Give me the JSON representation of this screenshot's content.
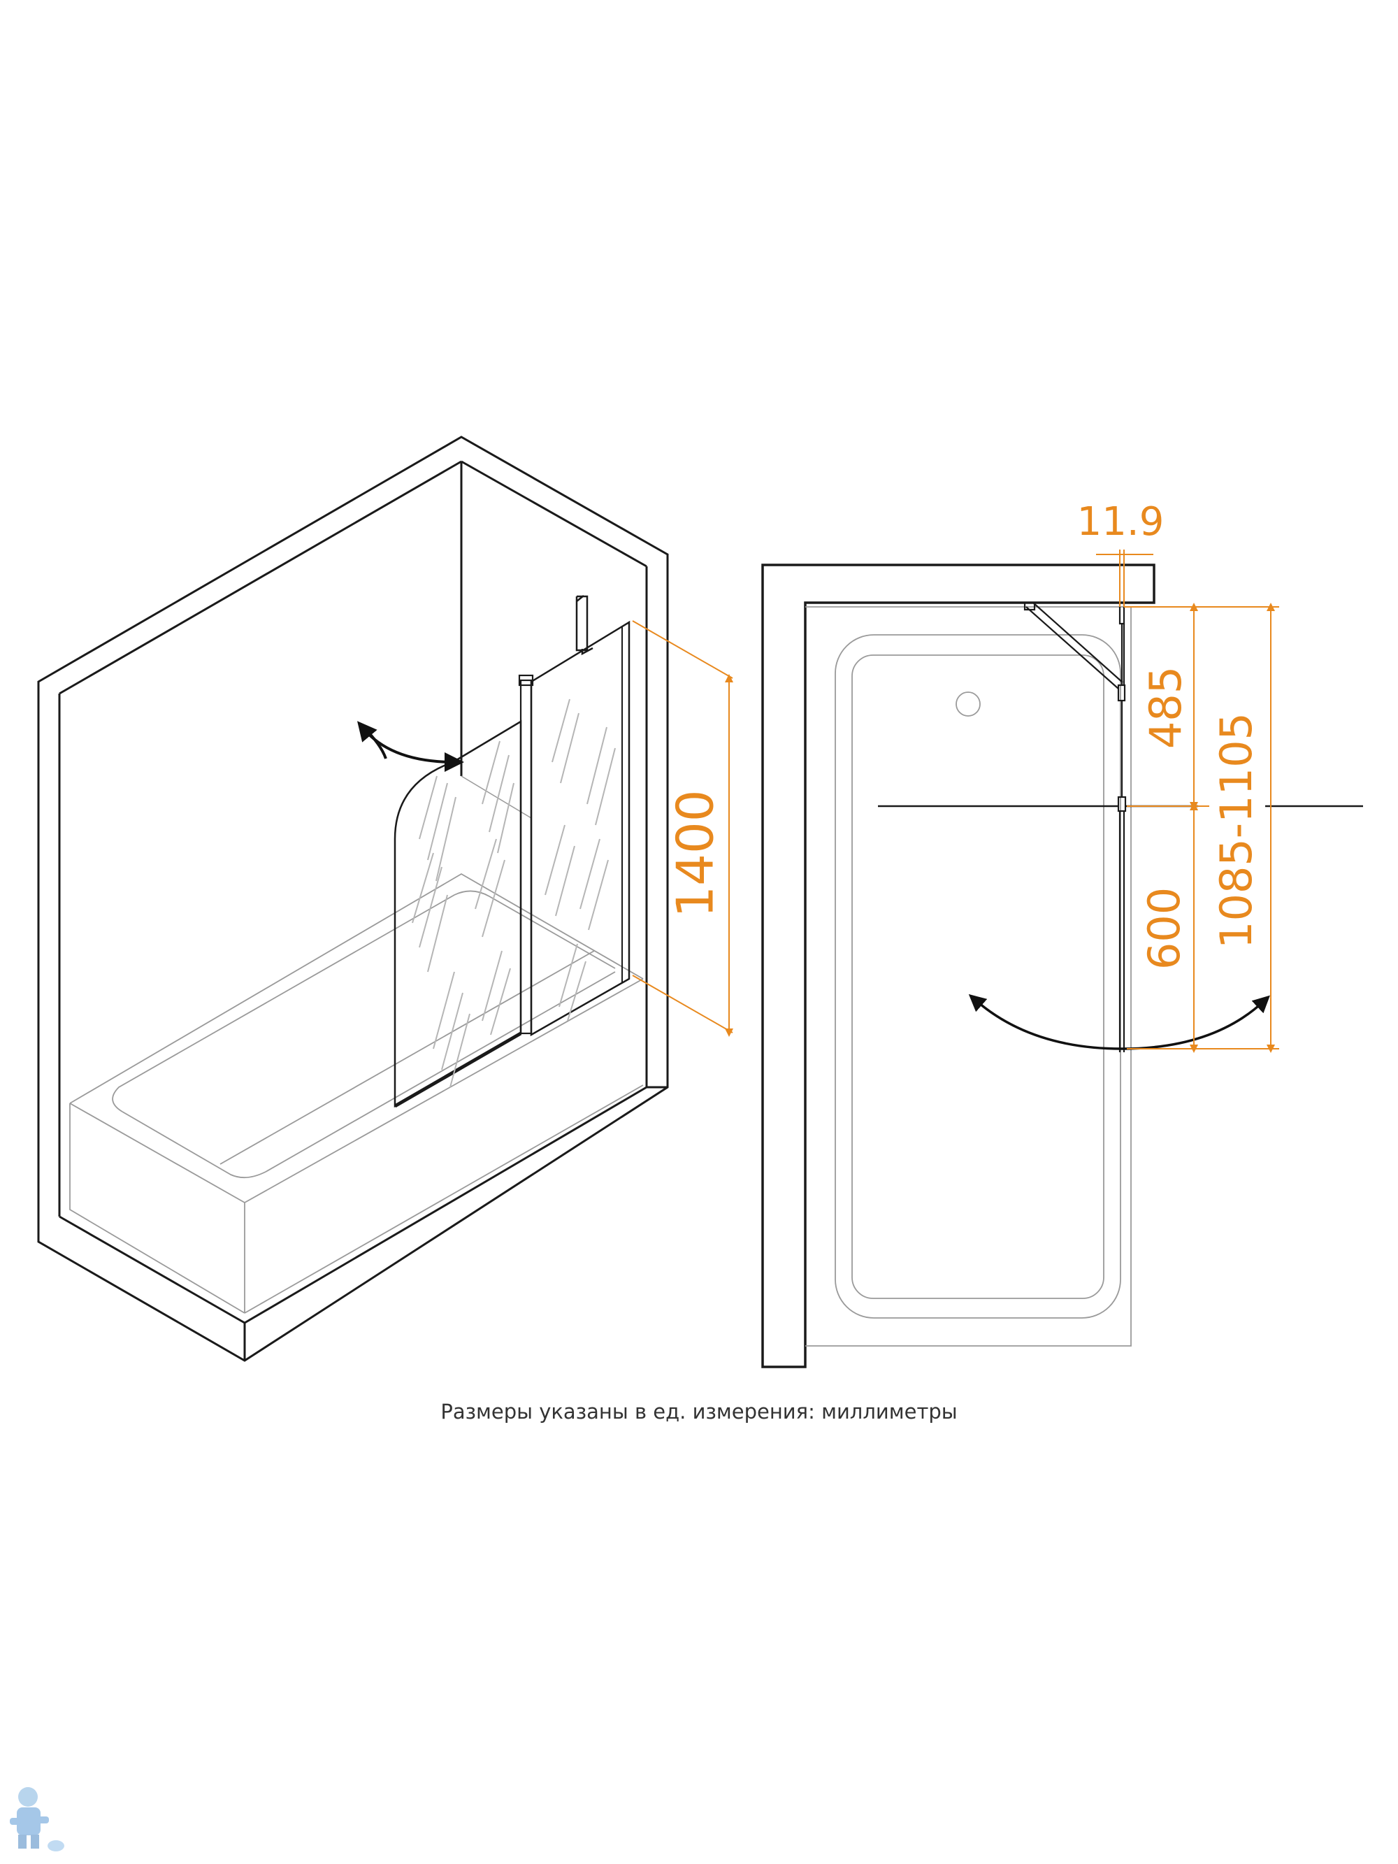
{
  "dimensions": {
    "height": "1400",
    "gap": "11.9",
    "upper_segment": "485",
    "lower_segment": "600",
    "total_depth": "1085-1105"
  },
  "caption": "Размеры указаны в ед. измерения: миллиметры",
  "colors": {
    "dimension": "#E8891E",
    "line": "#1a1a1a",
    "thin": "#9a9a9a"
  },
  "icons": [
    "swing-arrow-icon",
    "swing-arc-icon",
    "plumber-logo-icon"
  ]
}
